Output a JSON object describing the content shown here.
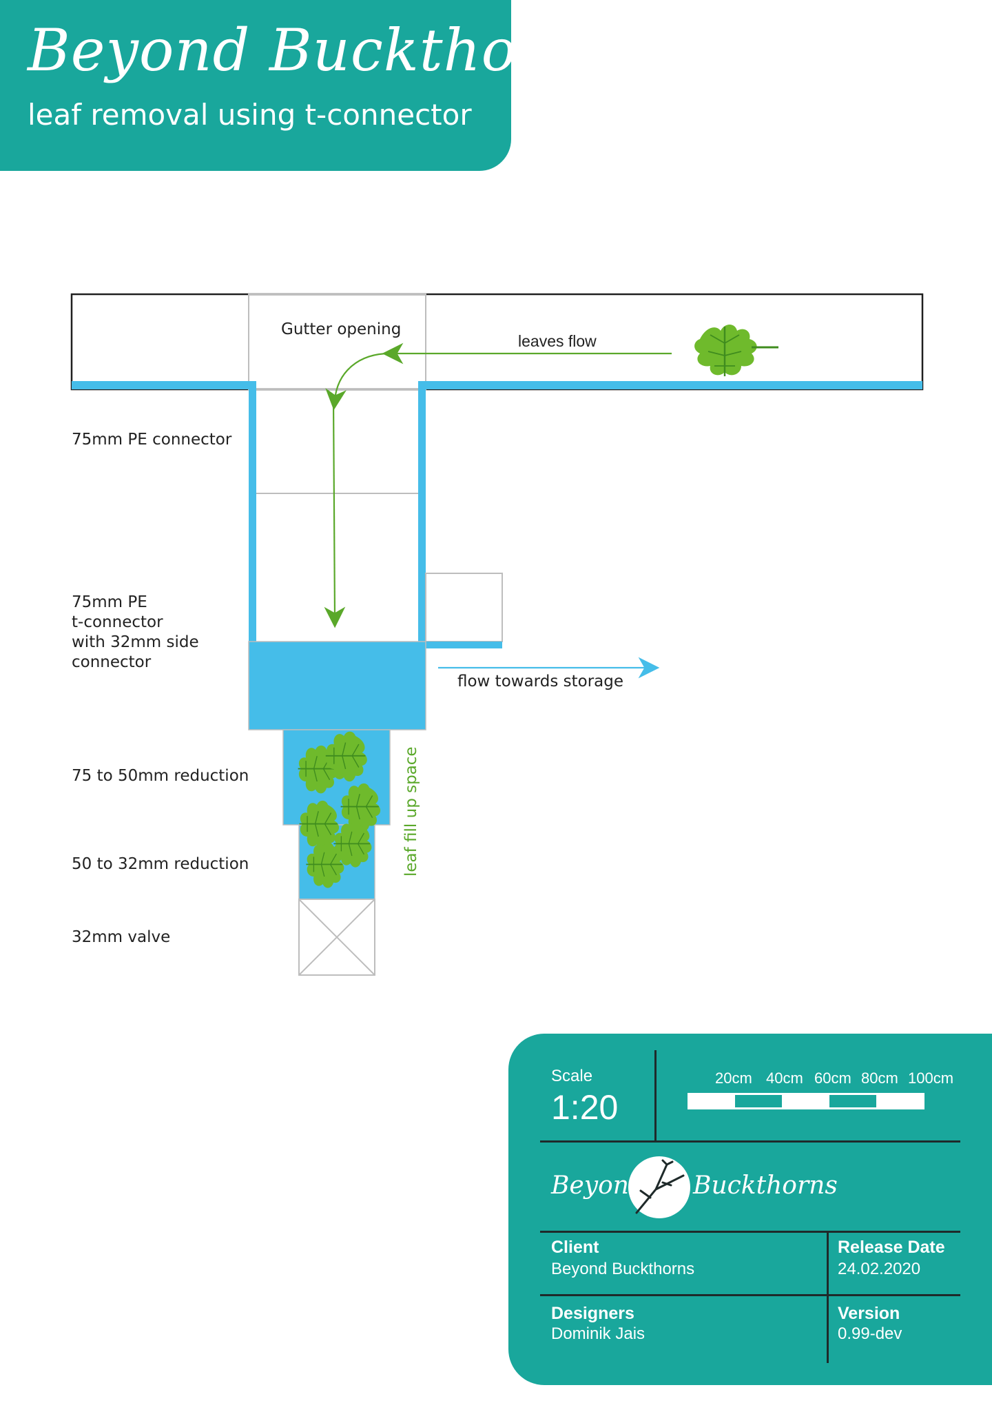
{
  "header": {
    "title": "Beyond Buckthorns",
    "subtitle": "leaf removal using t-connector"
  },
  "diagram": {
    "labels": {
      "gutter_opening": "Gutter opening",
      "leaves_flow": "leaves flow",
      "pe_connector": "75mm PE connector",
      "t_connector": [
        "75mm PE",
        "t-connector",
        "with 32mm side",
        "connector"
      ],
      "flow_storage": "flow towards storage",
      "reduction_75_50": "75 to 50mm reduction",
      "reduction_50_32": "50 to 32mm reduction",
      "valve": "32mm valve",
      "leaf_fill": "leaf fill up space"
    },
    "colors": {
      "water": "#45bde9",
      "leaf": "#6fba2c",
      "leaf_dark": "#3f8c1e",
      "arrow_green": "#5aa82a",
      "outline": "#1f1f1f"
    }
  },
  "title_block": {
    "scale_label": "Scale",
    "scale_value": "1:20",
    "scale_ticks": [
      "20cm",
      "40cm",
      "60cm",
      "80cm",
      "100cm"
    ],
    "logo_left": "Beyond",
    "logo_right": "Buckthorns",
    "client_label": "Client",
    "client_value": "Beyond Buckthorns",
    "release_label": "Release Date",
    "release_value": "24.02.2020",
    "designers_label": "Designers",
    "designers_value": "Dominik Jais",
    "version_label": "Version",
    "version_value": "0.99-dev",
    "colors": {
      "background": "#19a79c",
      "lines": "#1f2a2a"
    }
  }
}
